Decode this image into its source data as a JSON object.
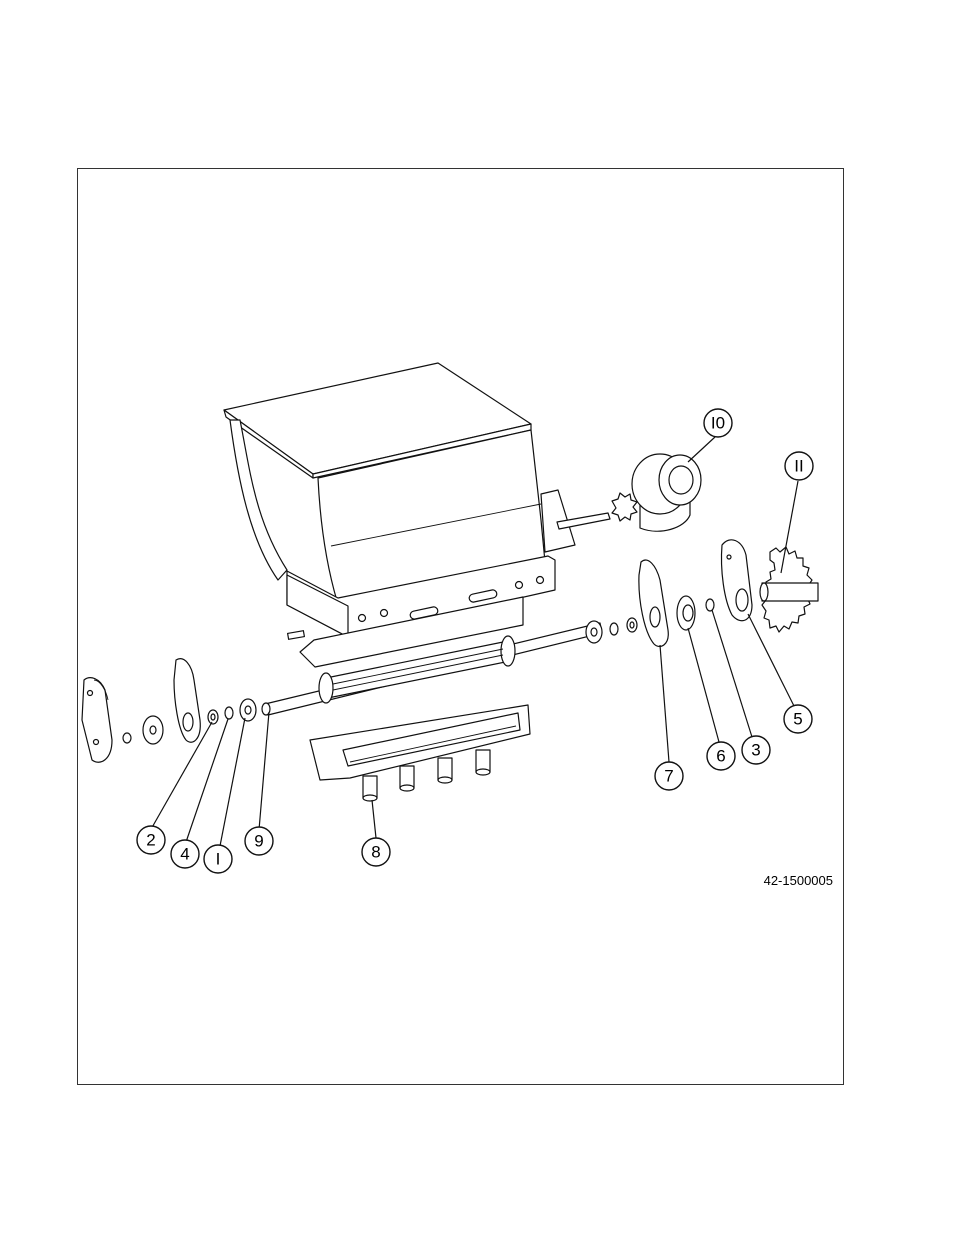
{
  "drawing_number": "42-1500005",
  "callouts": [
    {
      "label": "2"
    },
    {
      "label": "4"
    },
    {
      "label": "I"
    },
    {
      "label": "9"
    },
    {
      "label": "8"
    },
    {
      "label": "7"
    },
    {
      "label": "6"
    },
    {
      "label": "3"
    },
    {
      "label": "5"
    },
    {
      "label": "I0"
    },
    {
      "label": "II"
    }
  ]
}
